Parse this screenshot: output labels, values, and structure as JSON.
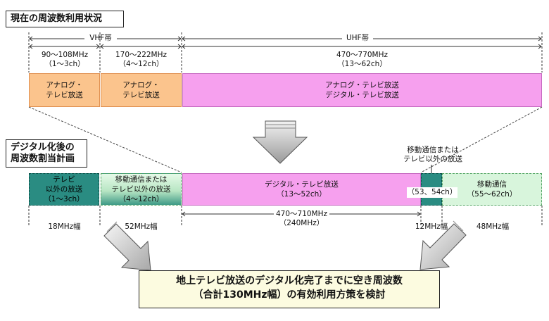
{
  "current": {
    "title": "現在の周波数利用状況",
    "vhf_label": "VHF帯",
    "uhf_label": "UHF帯",
    "vhf1_freq": "90～108MHz",
    "vhf1_ch": "（1～3ch）",
    "vhf2_freq": "170～222MHz",
    "vhf2_ch": "（4～12ch）",
    "uhf_freq": "470～770MHz",
    "uhf_ch": "（13～62ch）",
    "vhf1_box": [
      "アナログ・",
      "テレビ放送"
    ],
    "vhf2_box": [
      "アナログ・",
      "テレビ放送"
    ],
    "uhf_box": [
      "アナログ・テレビ放送",
      "デジタル・テレビ放送"
    ]
  },
  "plan": {
    "title_line1": "デジタル化後の",
    "title_line2": "周波数割当計画",
    "callout_line1": "移動通信または",
    "callout_line2": "テレビ以外の放送",
    "box1": [
      "テレビ",
      "以外の放送",
      "（1～3ch）"
    ],
    "box2": [
      "移動通信または",
      "テレビ以外の放送",
      "（4～12ch）"
    ],
    "box3": [
      "デジタル・テレビ放送",
      "（13～52ch）"
    ],
    "box4": "（53、54ch）",
    "box5": [
      "移動通信",
      "（55～62ch）"
    ],
    "width1": "18MHz幅",
    "width2": "52MHz幅",
    "width3_line1": "470～710MHz",
    "width3_line2": "（240MHz）",
    "width4": "12MHz幅",
    "width5": "48MHz幅"
  },
  "conclusion": {
    "line1": "地上テレビ放送のデジタル化完了までに空き周波数",
    "line2": "（合計130MHz幅）の有効利用方策を検討"
  },
  "colors": {
    "orange": "#fbc48d",
    "pink": "#f6a0ee",
    "teal": "#2a8c82",
    "mint": "#d8f5dc",
    "conclusion_bg": "#fcfbe0"
  }
}
